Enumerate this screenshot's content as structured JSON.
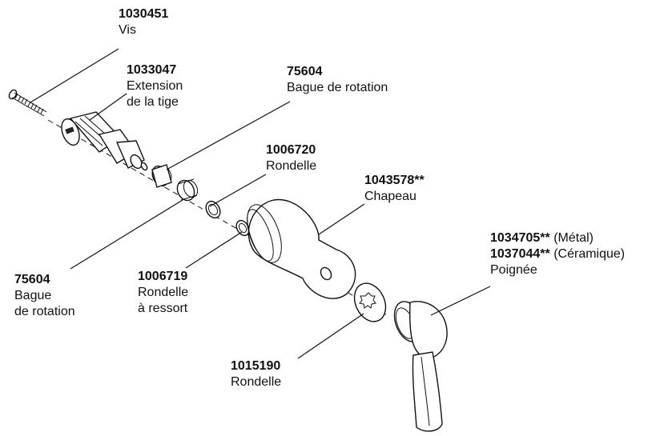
{
  "parts": [
    {
      "id": "screw",
      "number": "1030451",
      "name": "Vis"
    },
    {
      "id": "stem-extension",
      "number": "1033047",
      "name_lines": [
        "Extension",
        "de la tige"
      ]
    },
    {
      "id": "rotation-ring-top",
      "number": "75604",
      "name": "Bague de rotation"
    },
    {
      "id": "washer-1006720",
      "number": "1006720",
      "name": "Rondelle"
    },
    {
      "id": "cap",
      "number": "1043578**",
      "name": "Chapeau"
    },
    {
      "id": "handle",
      "number_lines": [
        {
          "number": "1034705**",
          "note": "(Métal)"
        },
        {
          "number": "1037044**",
          "note": "(Céramique)"
        }
      ],
      "name": "Poignée"
    },
    {
      "id": "rotation-ring-bottom",
      "number": "75604",
      "name_lines": [
        "Bague",
        "de rotation"
      ]
    },
    {
      "id": "spring-washer",
      "number": "1006719",
      "name_lines": [
        "Rondelle",
        "à ressort"
      ]
    },
    {
      "id": "washer-1015190",
      "number": "1015190",
      "name": "Rondelle"
    }
  ]
}
